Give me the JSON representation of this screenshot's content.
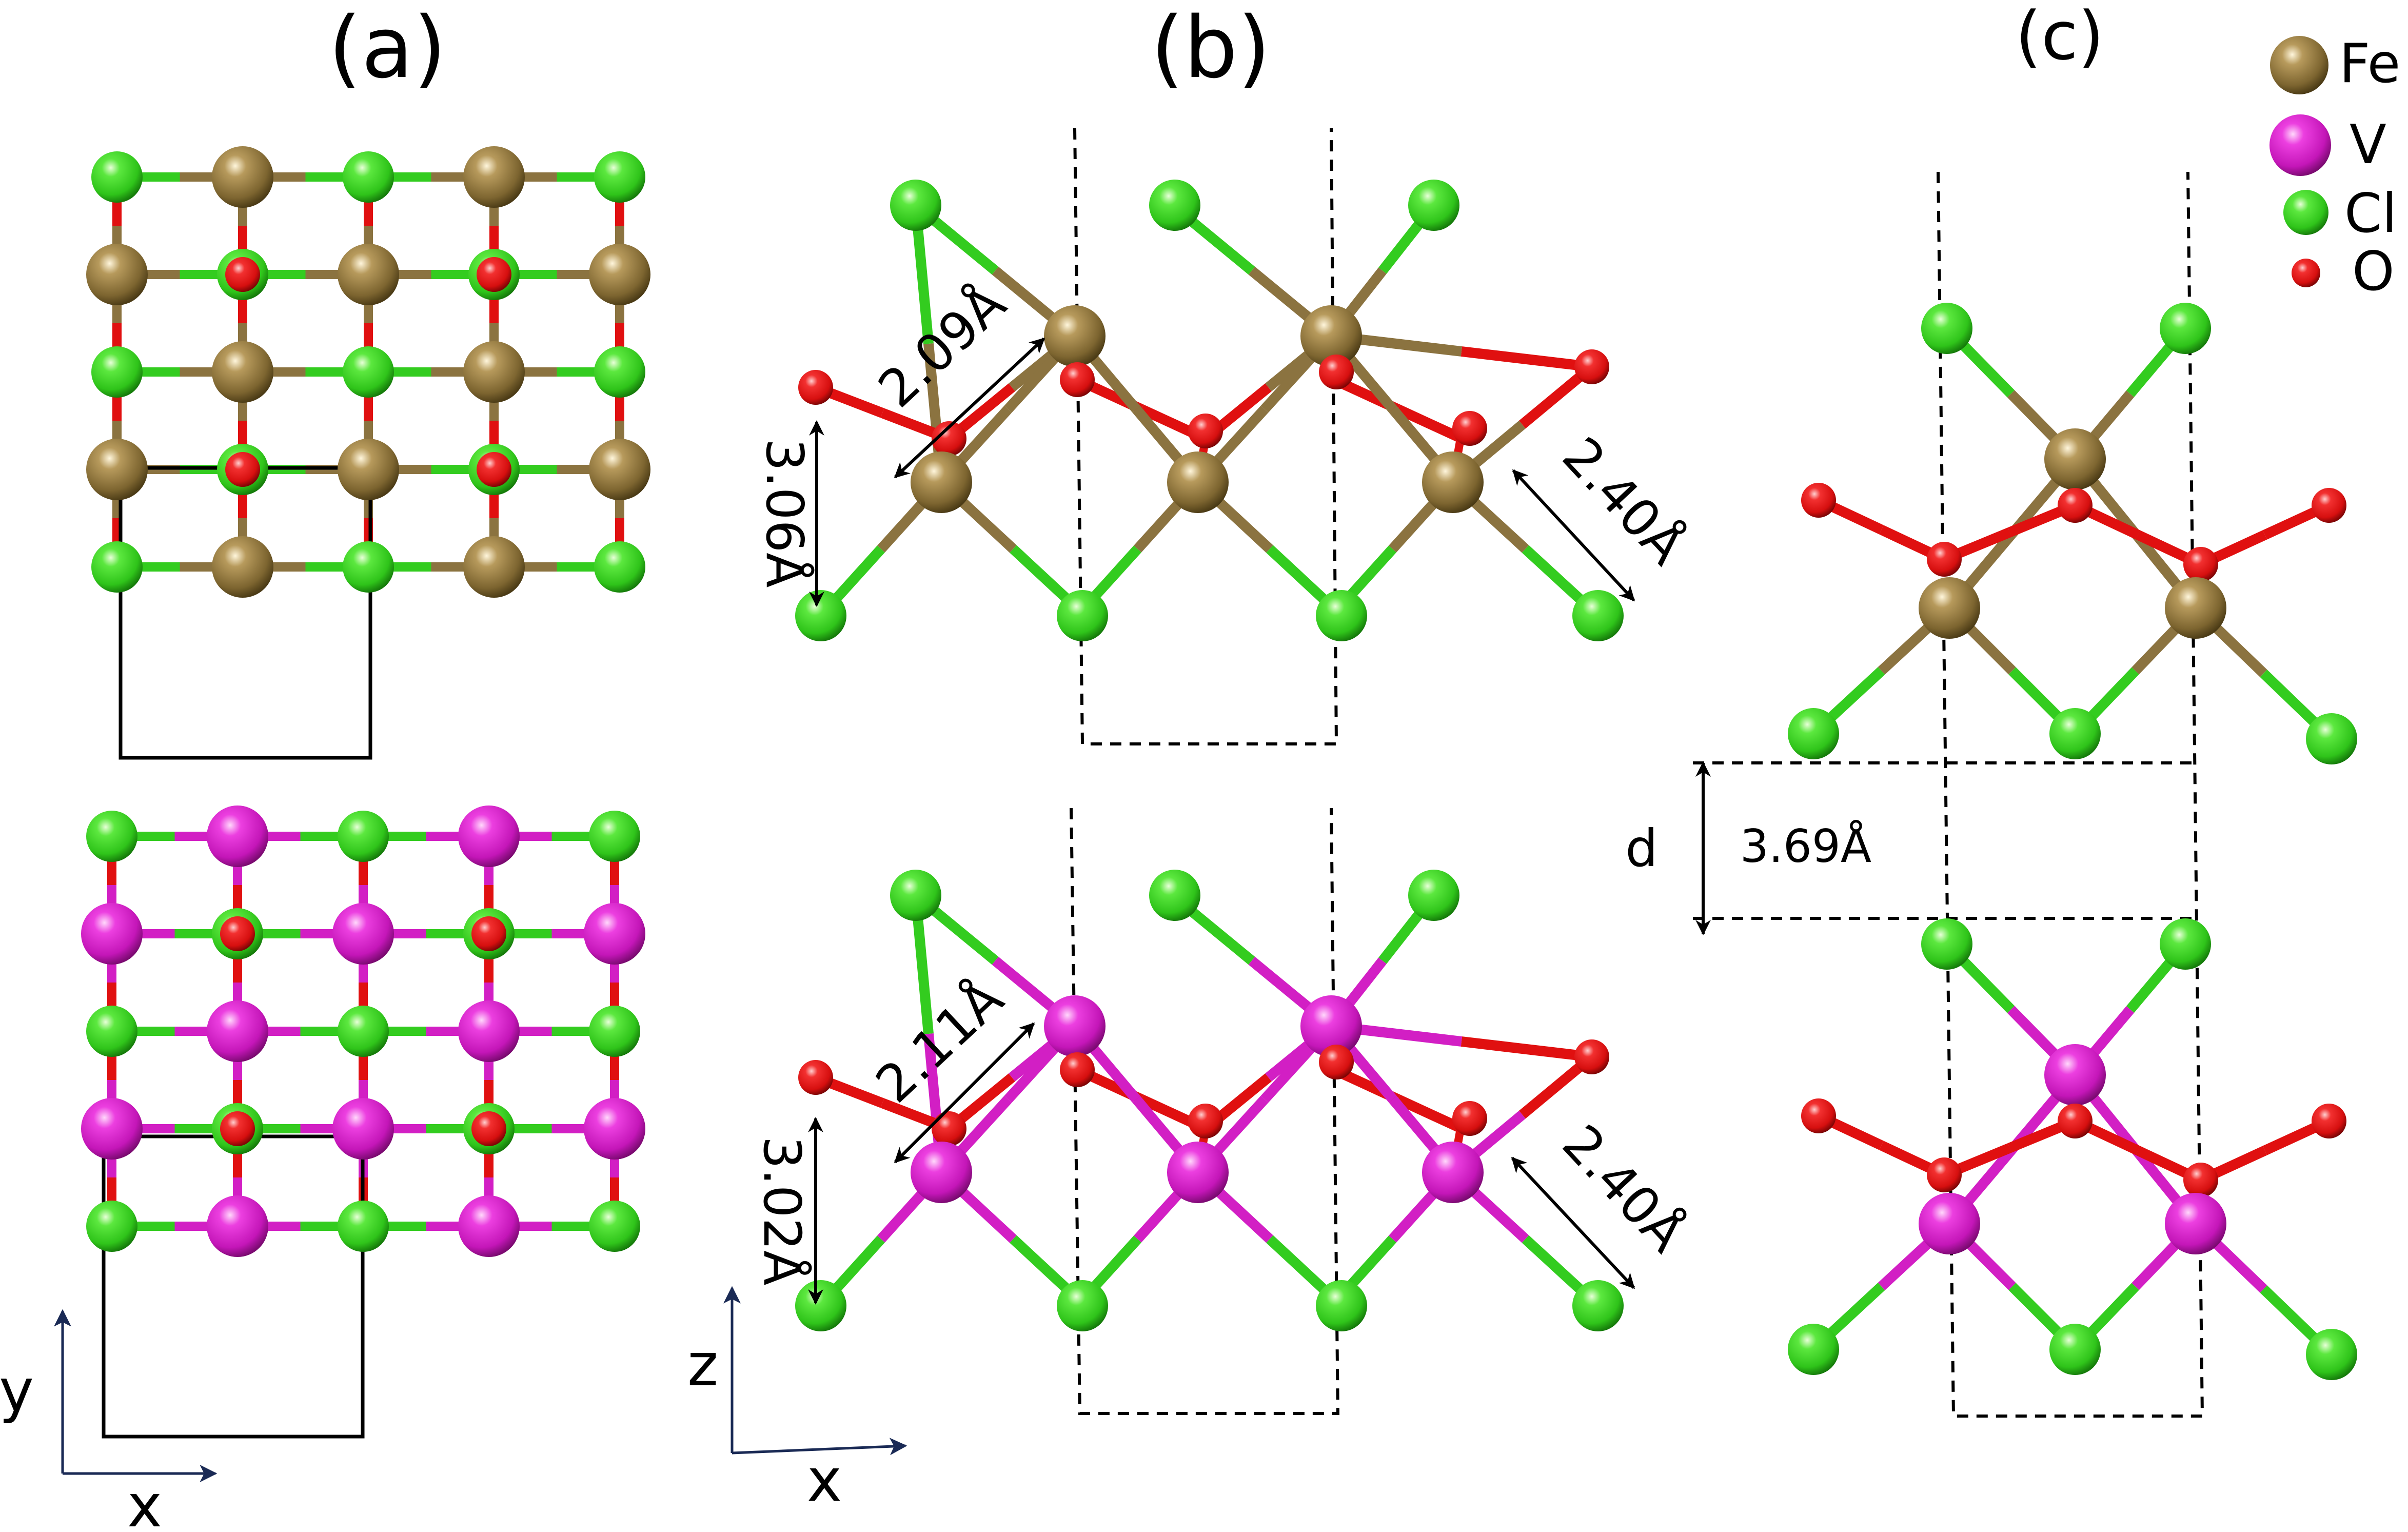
{
  "panels": {
    "a": "(a)",
    "b": "(b)",
    "c": "(c)"
  },
  "legend": [
    {
      "symbol": "Fe",
      "color": "#8b7340"
    },
    {
      "symbol": "V",
      "color": "#d21fc4"
    },
    {
      "symbol": "Cl",
      "color": "#33cc1f"
    },
    {
      "symbol": "O",
      "color": "#e01010"
    }
  ],
  "axes": {
    "a_x": "x",
    "a_y": "y",
    "b_x": "x",
    "b_z": "z"
  },
  "measurements": {
    "fe_bond_short": "2.09Å",
    "fe_height": "3.06Å",
    "fe_bond_long": "2.40Å",
    "v_bond_short": "2.11Å",
    "v_height": "3.02Å",
    "v_bond_long": "2.40Å",
    "interlayer_label": "d",
    "interlayer_distance": "3.69Å"
  },
  "colors": {
    "fe": "#8b7340",
    "v": "#d21fc4",
    "cl": "#33cc1f",
    "o": "#e01010",
    "line": "#000000",
    "axis": "#1a2a55"
  }
}
